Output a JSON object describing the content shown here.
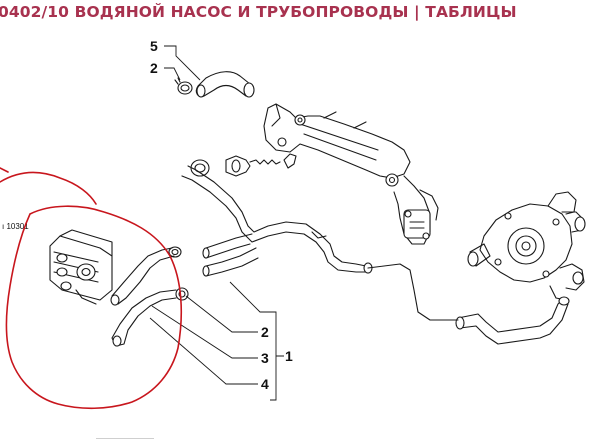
{
  "header": {
    "title": "0402/10 ВОДЯНОЙ НАСОС И ТРУБОПРОВОДЫ | ТАБЛИЦЫ"
  },
  "diagram": {
    "reference_code": "10301",
    "callouts": [
      {
        "label": "5"
      },
      {
        "label": "2"
      },
      {
        "label": "2"
      },
      {
        "label": "3"
      },
      {
        "label": "4"
      },
      {
        "label": "1"
      }
    ]
  },
  "colors": {
    "title": "#a8324f",
    "marker": "#c8161d",
    "line": "#1a1a1a"
  }
}
